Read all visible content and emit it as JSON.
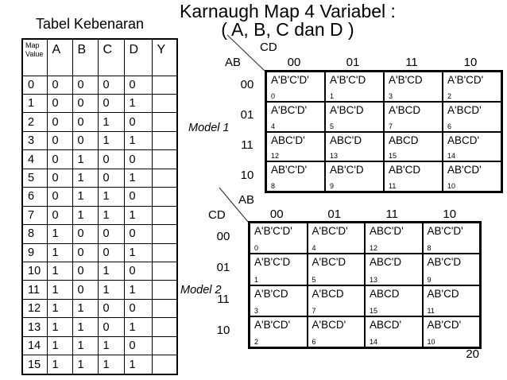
{
  "slide": {
    "title_line1": "Karnaugh Map 4 Variabel :",
    "title_line2": "( A, B, C dan D )",
    "page_number": "20"
  },
  "truth_table": {
    "heading": "Tabel Kebenaran",
    "header": [
      "Map Value",
      "A",
      "B",
      "C",
      "D",
      "Y"
    ],
    "rows": [
      [
        "0",
        "0",
        "0",
        "0",
        "0",
        ""
      ],
      [
        "1",
        "0",
        "0",
        "0",
        "1",
        ""
      ],
      [
        "2",
        "0",
        "0",
        "1",
        "0",
        ""
      ],
      [
        "3",
        "0",
        "0",
        "1",
        "1",
        ""
      ],
      [
        "4",
        "0",
        "1",
        "0",
        "0",
        ""
      ],
      [
        "5",
        "0",
        "1",
        "0",
        "1",
        ""
      ],
      [
        "6",
        "0",
        "1",
        "1",
        "0",
        ""
      ],
      [
        "7",
        "0",
        "1",
        "1",
        "1",
        ""
      ],
      [
        "8",
        "1",
        "0",
        "0",
        "0",
        ""
      ],
      [
        "9",
        "1",
        "0",
        "0",
        "1",
        ""
      ],
      [
        "10",
        "1",
        "0",
        "1",
        "0",
        ""
      ],
      [
        "11",
        "1",
        "0",
        "1",
        "1",
        ""
      ],
      [
        "12",
        "1",
        "1",
        "0",
        "0",
        ""
      ],
      [
        "13",
        "1",
        "1",
        "0",
        "1",
        ""
      ],
      [
        "14",
        "1",
        "1",
        "1",
        "0",
        ""
      ],
      [
        "15",
        "1",
        "1",
        "1",
        "1",
        ""
      ]
    ]
  },
  "kmap_model1": {
    "name": "Model 1",
    "top_axis": "CD",
    "side_axis": "AB",
    "col_headers": [
      "00",
      "01",
      "11",
      "10"
    ],
    "row_headers": [
      "00",
      "01",
      "11",
      "10"
    ],
    "cells": [
      [
        {
          "term": "A'B'C'D'",
          "n": "0"
        },
        {
          "term": "A'B'C'D",
          "n": "1"
        },
        {
          "term": "A'B'CD",
          "n": "3"
        },
        {
          "term": "A'B'CD'",
          "n": "2"
        }
      ],
      [
        {
          "term": "A'BC'D'",
          "n": "4"
        },
        {
          "term": "A'BC'D",
          "n": "5"
        },
        {
          "term": "A'BCD",
          "n": "7"
        },
        {
          "term": "A'BCD'",
          "n": "6"
        }
      ],
      [
        {
          "term": "ABC'D'",
          "n": "12"
        },
        {
          "term": "ABC'D",
          "n": "13"
        },
        {
          "term": "ABCD",
          "n": "15"
        },
        {
          "term": "ABCD'",
          "n": "14"
        }
      ],
      [
        {
          "term": "AB'C'D'",
          "n": "8"
        },
        {
          "term": "AB'C'D",
          "n": "9"
        },
        {
          "term": "AB'CD",
          "n": "11"
        },
        {
          "term": "AB'CD'",
          "n": "10"
        }
      ]
    ]
  },
  "kmap_model2": {
    "name": "Model 2",
    "top_axis": "AB",
    "side_axis": "CD",
    "col_headers": [
      "00",
      "01",
      "11",
      "10"
    ],
    "row_headers": [
      "00",
      "01",
      "11",
      "10"
    ],
    "cells": [
      [
        {
          "term": "A'B'C'D'",
          "n": "0"
        },
        {
          "term": "A'BC'D'",
          "n": "4"
        },
        {
          "term": "ABC'D'",
          "n": "12"
        },
        {
          "term": "AB'C'D'",
          "n": "8"
        }
      ],
      [
        {
          "term": "A'B'C'D",
          "n": "1"
        },
        {
          "term": "A'BC'D",
          "n": "5"
        },
        {
          "term": "ABC'D",
          "n": "13"
        },
        {
          "term": "AB'C'D",
          "n": "9"
        }
      ],
      [
        {
          "term": "A'B'CD",
          "n": "3"
        },
        {
          "term": "A'BCD",
          "n": "7"
        },
        {
          "term": "ABCD",
          "n": "15"
        },
        {
          "term": "AB'CD",
          "n": "11"
        }
      ],
      [
        {
          "term": "A'B'CD'",
          "n": "2"
        },
        {
          "term": "A'BCD'",
          "n": "6"
        },
        {
          "term": "ABCD'",
          "n": "14"
        },
        {
          "term": "AB'CD'",
          "n": "10"
        }
      ]
    ]
  }
}
